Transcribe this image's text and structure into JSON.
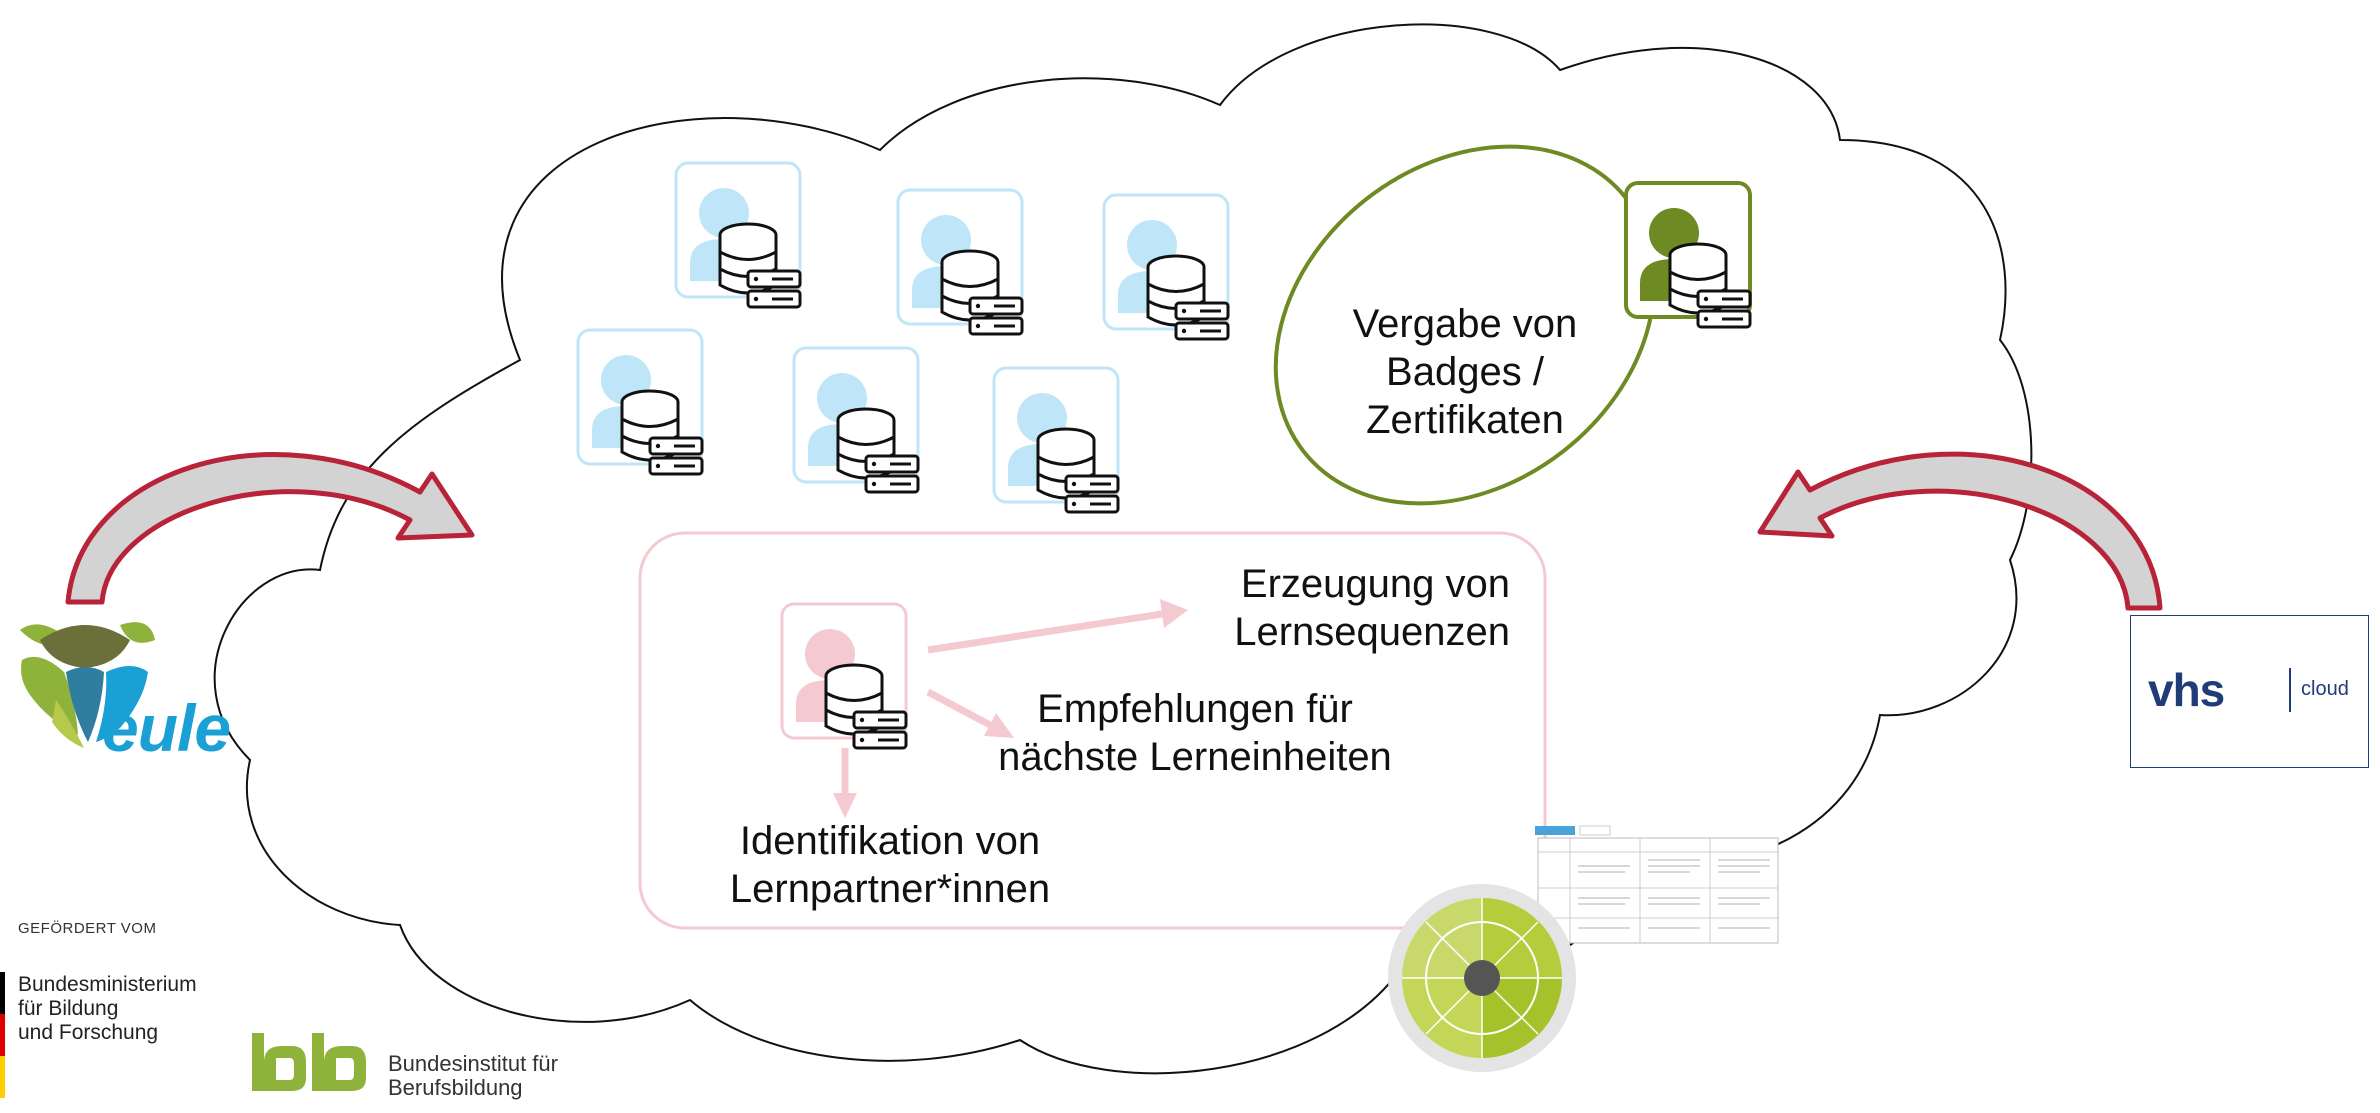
{
  "diagram": {
    "badge_label_line1": "Vergabe von",
    "badge_label_line2": "Badges /",
    "badge_label_line3": "Zertifikaten",
    "sequence_label_line1": "Erzeugung von",
    "sequence_label_line2": "Lernsequenzen",
    "recommend_label_line1": "Empfehlungen für",
    "recommend_label_line2": "nächste Lerneinheiten",
    "partner_label_line1": "Identifikation von",
    "partner_label_line2": "Lernpartner*innen"
  },
  "logos": {
    "eule": "eule",
    "vhs": "vhs",
    "vhs_cloud": "cloud",
    "funding_note": "GEFÖRDERT VOM",
    "bmbf_line1": "Bundesministerium",
    "bmbf_line2": "für Bildung",
    "bmbf_line3": "und Forschung",
    "bibb_line1": "Bundesinstitut für",
    "bibb_line2": "Berufsbildung"
  },
  "icons": {
    "learner": "learner-database-icon",
    "badge_learner": "badge-learner-database-icon"
  },
  "colors": {
    "cloud_stroke": "#000000",
    "learner_blue": "#bfe6f8",
    "badge_green": "#6e8a22",
    "profile_pink": "#f4c9d0",
    "arrow_red": "#b8233a",
    "vhs_blue": "#1f3c78",
    "eule_blue": "#1aa0d4"
  }
}
